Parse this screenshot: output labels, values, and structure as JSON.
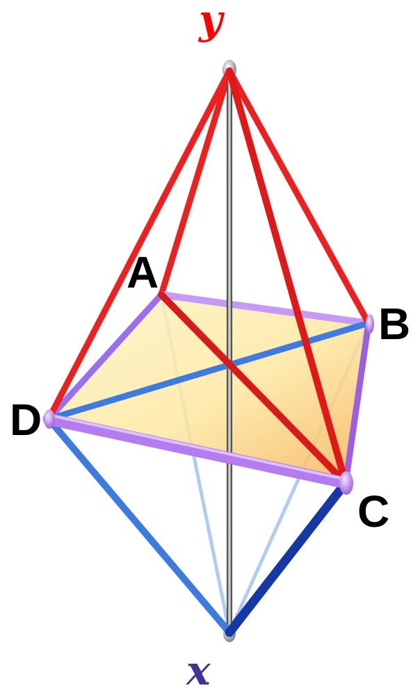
{
  "labels": {
    "top": "y",
    "bottom": "x",
    "a": "A",
    "b": "B",
    "c": "C",
    "d": "D"
  },
  "colors": {
    "red_edge": "#ee1f1f",
    "blue_edge": "#3d7be0",
    "dark_blue_edge": "#1638a6",
    "purple_edge": "#b47cf0",
    "face_fill": "#fde7a0",
    "axis_y": "#ff0000",
    "axis_x": "#3b3598"
  }
}
